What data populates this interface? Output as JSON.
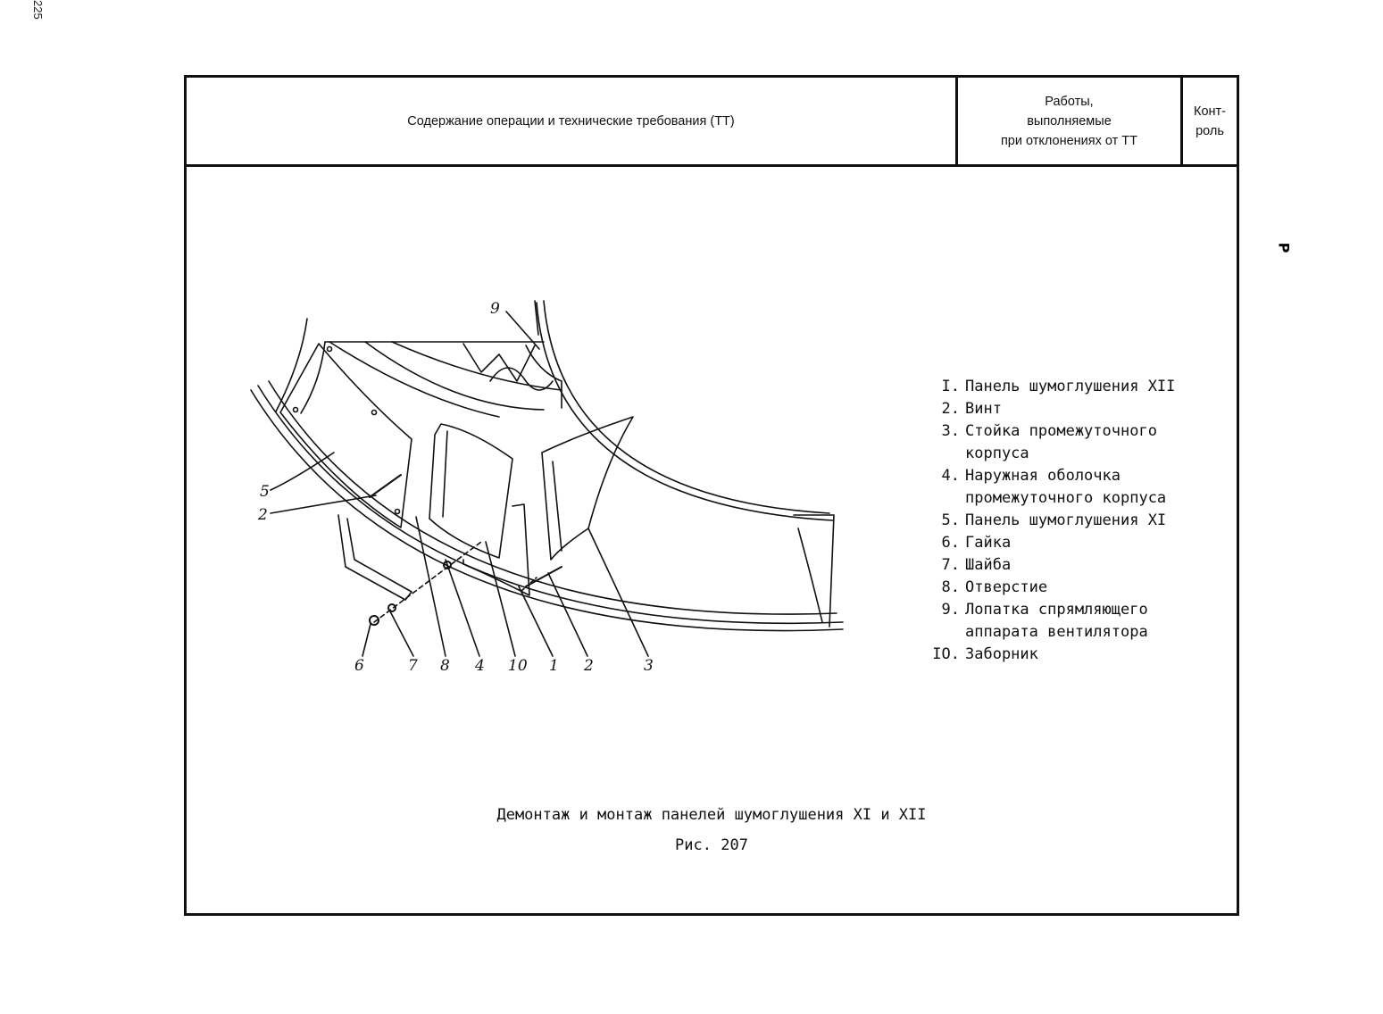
{
  "page_number": "225",
  "side_marker": "Р",
  "header": {
    "operation_label": "Содержание операции и технические требования (ТТ)",
    "works_label": "Работы,\nвыполняемые\nпри отклонениях от ТТ",
    "control_label": "Конт-\nроль"
  },
  "callouts": [
    "9",
    "5",
    "2",
    "6",
    "7",
    "8",
    "4",
    "10",
    "1",
    "2",
    "3"
  ],
  "legend": [
    {
      "num": "I.",
      "text": "Панель шумоглушения XII"
    },
    {
      "num": "2.",
      "text": "Винт"
    },
    {
      "num": "3.",
      "text": "Стойка промежуточного корпуса"
    },
    {
      "num": "4.",
      "text": "Наружная оболочка промежуточного корпуса"
    },
    {
      "num": "5.",
      "text": "Панель шумоглушения XI"
    },
    {
      "num": "6.",
      "text": "Гайка"
    },
    {
      "num": "7.",
      "text": "Шайба"
    },
    {
      "num": "8.",
      "text": "Отверстие"
    },
    {
      "num": "9.",
      "text": "Лопатка спрямляющего аппарата вентилятора"
    },
    {
      "num": "IO.",
      "text": "Заборник"
    }
  ],
  "caption": {
    "title": "Демонтаж и монтаж панелей шумоглушения XI и XII",
    "figure": "Рис. 207"
  }
}
